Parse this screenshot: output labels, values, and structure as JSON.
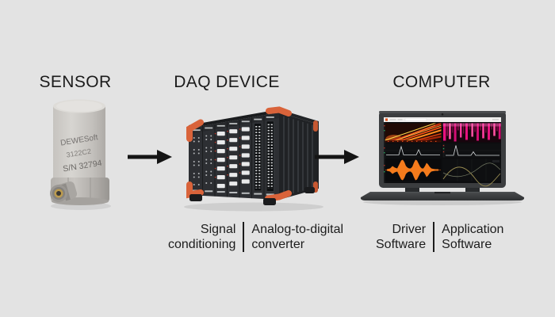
{
  "diagram": {
    "background": "#e3e3e3",
    "flow": [
      "SENSOR",
      "DAQ DEVICE",
      "COMPUTER"
    ]
  },
  "headings": {
    "sensor": "SENSOR",
    "daq": "DAQ DEVICE",
    "computer": "COMPUTER"
  },
  "sensor_device": {
    "brand": "DEWESoft",
    "model": "3122C2",
    "serial": "S/N 32794"
  },
  "captions": {
    "daq": {
      "left_lines": [
        "Signal",
        "conditioning"
      ],
      "right_lines": [
        "Analog-to-digital",
        "converter"
      ]
    },
    "computer": {
      "left_lines": [
        "Driver",
        "Software"
      ],
      "right_lines": [
        "Application",
        "Software"
      ]
    }
  },
  "colors": {
    "background": "#e3e3e3",
    "text": "#1c1c1c",
    "arrow": "#141414",
    "daq_chassis": "#2d2f33",
    "daq_corner_orange": "#d9633a",
    "laptop_body": "#3b3d3f",
    "screen_spectrogram_orange": "#ff8c1e",
    "screen_spectrogram_magenta": "#e8117e",
    "screen_waveform_orange": "#f57b1c"
  }
}
